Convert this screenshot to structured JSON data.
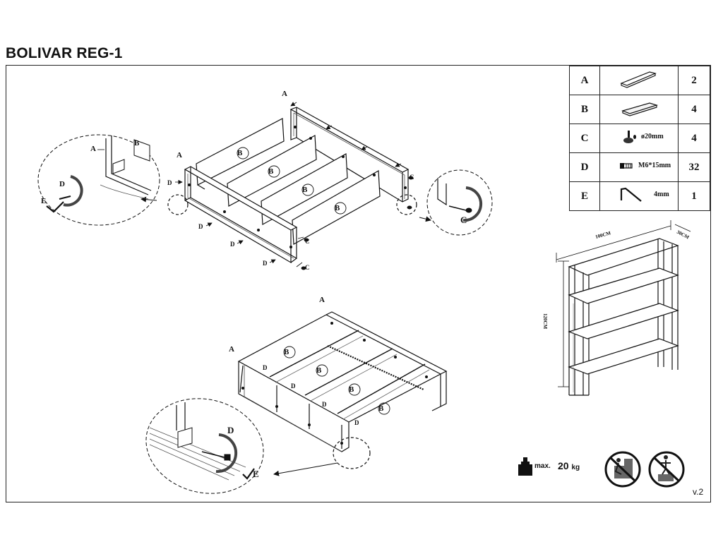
{
  "title": "BOLIVAR REG-1",
  "parts": [
    {
      "letter": "A",
      "icon": "frame-side-icon",
      "spec": "",
      "qty": "2"
    },
    {
      "letter": "B",
      "icon": "shelf-board-icon",
      "spec": "",
      "qty": "4"
    },
    {
      "letter": "C",
      "icon": "foot-glide-icon",
      "spec": "ø20mm",
      "qty": "4"
    },
    {
      "letter": "D",
      "icon": "screw-icon",
      "spec": "M6*15mm",
      "qty": "32"
    },
    {
      "letter": "E",
      "icon": "hex-key-icon",
      "spec": "4mm",
      "qty": "1"
    }
  ],
  "dimensions": {
    "width": "100CM",
    "depth": "30CM",
    "height": "120CM"
  },
  "step1_labels": {
    "a": "A",
    "b": "B",
    "c": "C",
    "d": "D",
    "e": "E"
  },
  "max_load": {
    "label": "max.",
    "value": "20",
    "unit": "kg"
  },
  "version": "v.2"
}
